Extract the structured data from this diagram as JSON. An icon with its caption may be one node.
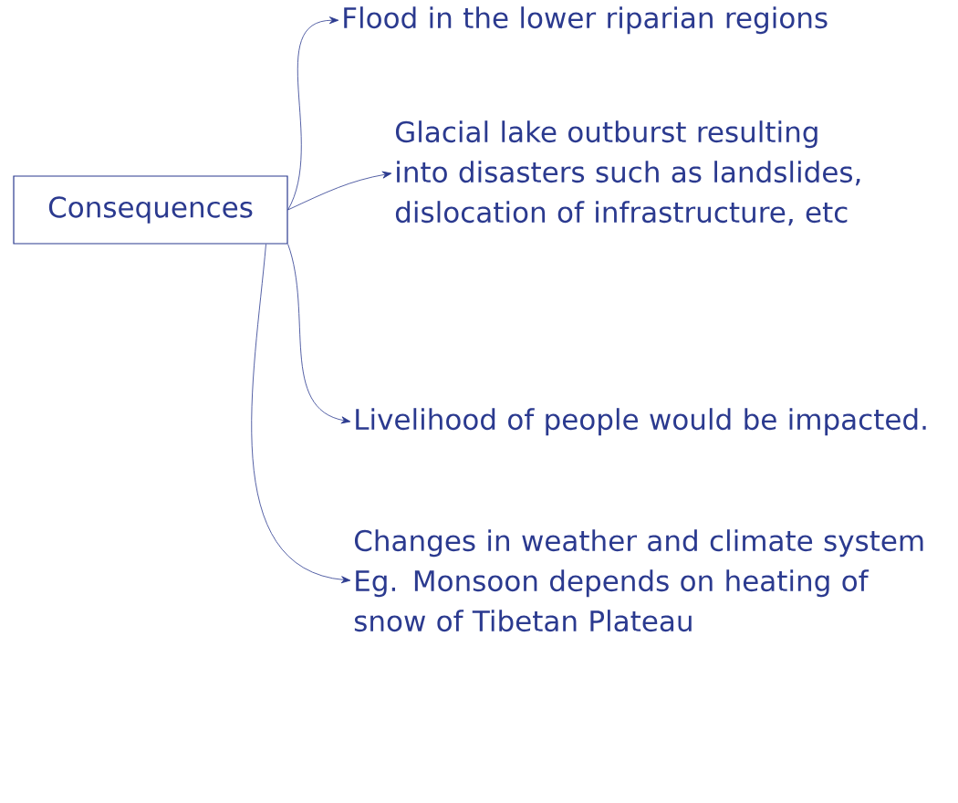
{
  "diagram": {
    "nodes": [
      {
        "text": [
          "Consequences"
        ]
      },
      {
        "text": [
          "Flood in the lower riparian regions"
        ]
      },
      {
        "text": [
          "Glacial lake outburst resulting into disasters such as landslides, dislocation of infrastructure, etc"
        ]
      },
      {
        "text": [
          "Livelihood of people would be impacted."
        ]
      },
      {
        "text": [
          "Changes in weather and climate system Eg. Monsoon depends on heating of snow of Tibetan Plateau"
        ]
      }
    ],
    "edges": [
      {
        "from": 0,
        "to": 1,
        "arrow": "to"
      },
      {
        "from": 0,
        "to": 2,
        "arrow": "to"
      },
      {
        "from": 0,
        "to": 3,
        "arrow": "to"
      },
      {
        "from": 0,
        "to": 4,
        "arrow": "to"
      }
    ]
  }
}
